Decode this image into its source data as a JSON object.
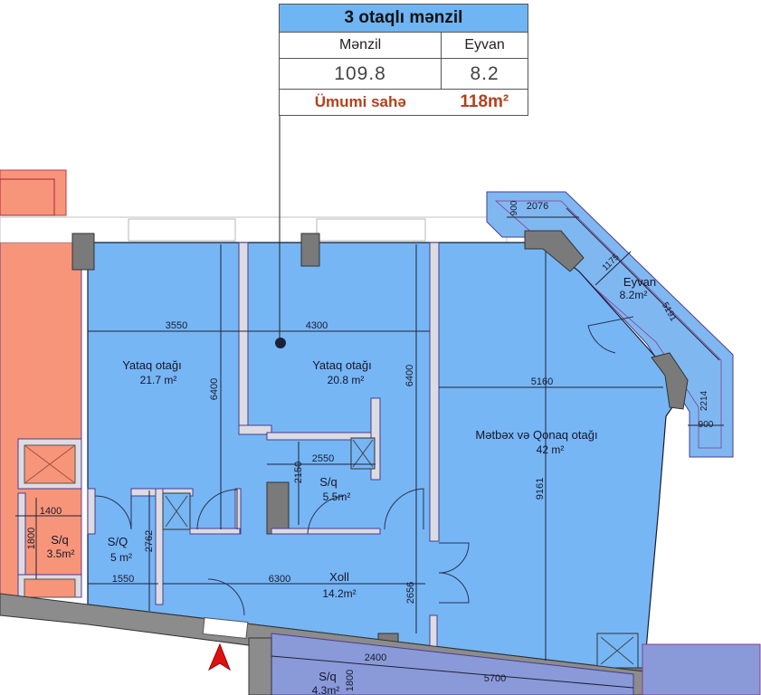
{
  "summary": {
    "title": "3 otaqlı mənzil",
    "col1_label": "Mənzil",
    "col2_label": "Eyvan",
    "col1_value": "109.8",
    "col2_value": "8.2",
    "total_label": "Ümumi sahə",
    "total_value": "118m²"
  },
  "rooms": {
    "bedroom1": {
      "name": "Yataq otağı",
      "area": "21.7 m²"
    },
    "bedroom2": {
      "name": "Yataq otağı",
      "area": "20.8 m²"
    },
    "kitchen_living": {
      "name": "Mətbəx və Qonaq otağı",
      "area": "42 m²"
    },
    "bath_small": {
      "name": "S/q",
      "area": "5.5m²"
    },
    "bath_main": {
      "name": "S/Q",
      "area": "5 m²"
    },
    "hall": {
      "name": "Xoll",
      "area": "14.2m²"
    },
    "balcony": {
      "name": "Eyvan",
      "area": "8.2m²"
    },
    "neighbor_bath_left": {
      "name": "S/q",
      "area": "3.5m²"
    },
    "neighbor_bath_bottom": {
      "name": "S/q",
      "area": "4.3m²"
    }
  },
  "dimensions": {
    "d3550": "3550",
    "d4300": "4300",
    "d6400a": "6400",
    "d6400b": "6400",
    "d5160": "5160",
    "d9161": "9161",
    "d2550": "2550",
    "d2150": "2150",
    "d2762": "2762",
    "d1550": "1550",
    "d6300": "6300",
    "d2656": "2656",
    "d1400": "1400",
    "d1800a": "1800",
    "d2400": "2400",
    "d1800b": "1800",
    "d5700": "5700",
    "d2076": "2076",
    "d900a": "900",
    "d1175": "1175",
    "d5191": "5191",
    "d2214": "2214",
    "d900b": "900"
  },
  "colors": {
    "apartment": "#76b6f5",
    "neighbor_left": "#f7957a",
    "neighbor_bottom": "#8a9ad8",
    "north_arrow": "#e01010"
  }
}
